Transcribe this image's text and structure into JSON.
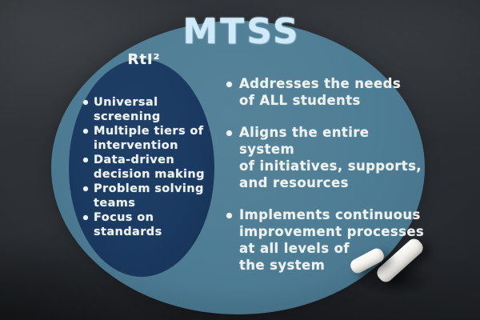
{
  "diagram": {
    "title": "MTSS",
    "inner_circle": {
      "label": "RtI²",
      "items": [
        {
          "lines": [
            "Universal",
            "screening"
          ]
        },
        {
          "lines": [
            "Multiple tiers of",
            "intervention"
          ]
        },
        {
          "lines": [
            "Data-driven",
            "decision making"
          ]
        },
        {
          "lines": [
            "Problem solving",
            "teams"
          ]
        },
        {
          "lines": [
            "Focus on",
            "standards"
          ]
        }
      ]
    },
    "outer_circle": {
      "items": [
        {
          "lines": [
            "Addresses the needs",
            "of ALL students"
          ]
        },
        {
          "lines": [
            "Aligns the entire system",
            "of initiatives, supports,",
            "and resources"
          ]
        },
        {
          "lines": [
            "Implements continuous",
            "improvement processes",
            "at all levels of",
            "the system"
          ]
        }
      ]
    },
    "colors": {
      "chalkboard": "#2d3135",
      "outer_ellipse": "#4d7d95",
      "inner_ellipse": "#1b3a61",
      "title_text": "#cfeaf8",
      "body_text": "#eef2ef"
    },
    "props": {
      "chalk_pieces": 2
    }
  }
}
